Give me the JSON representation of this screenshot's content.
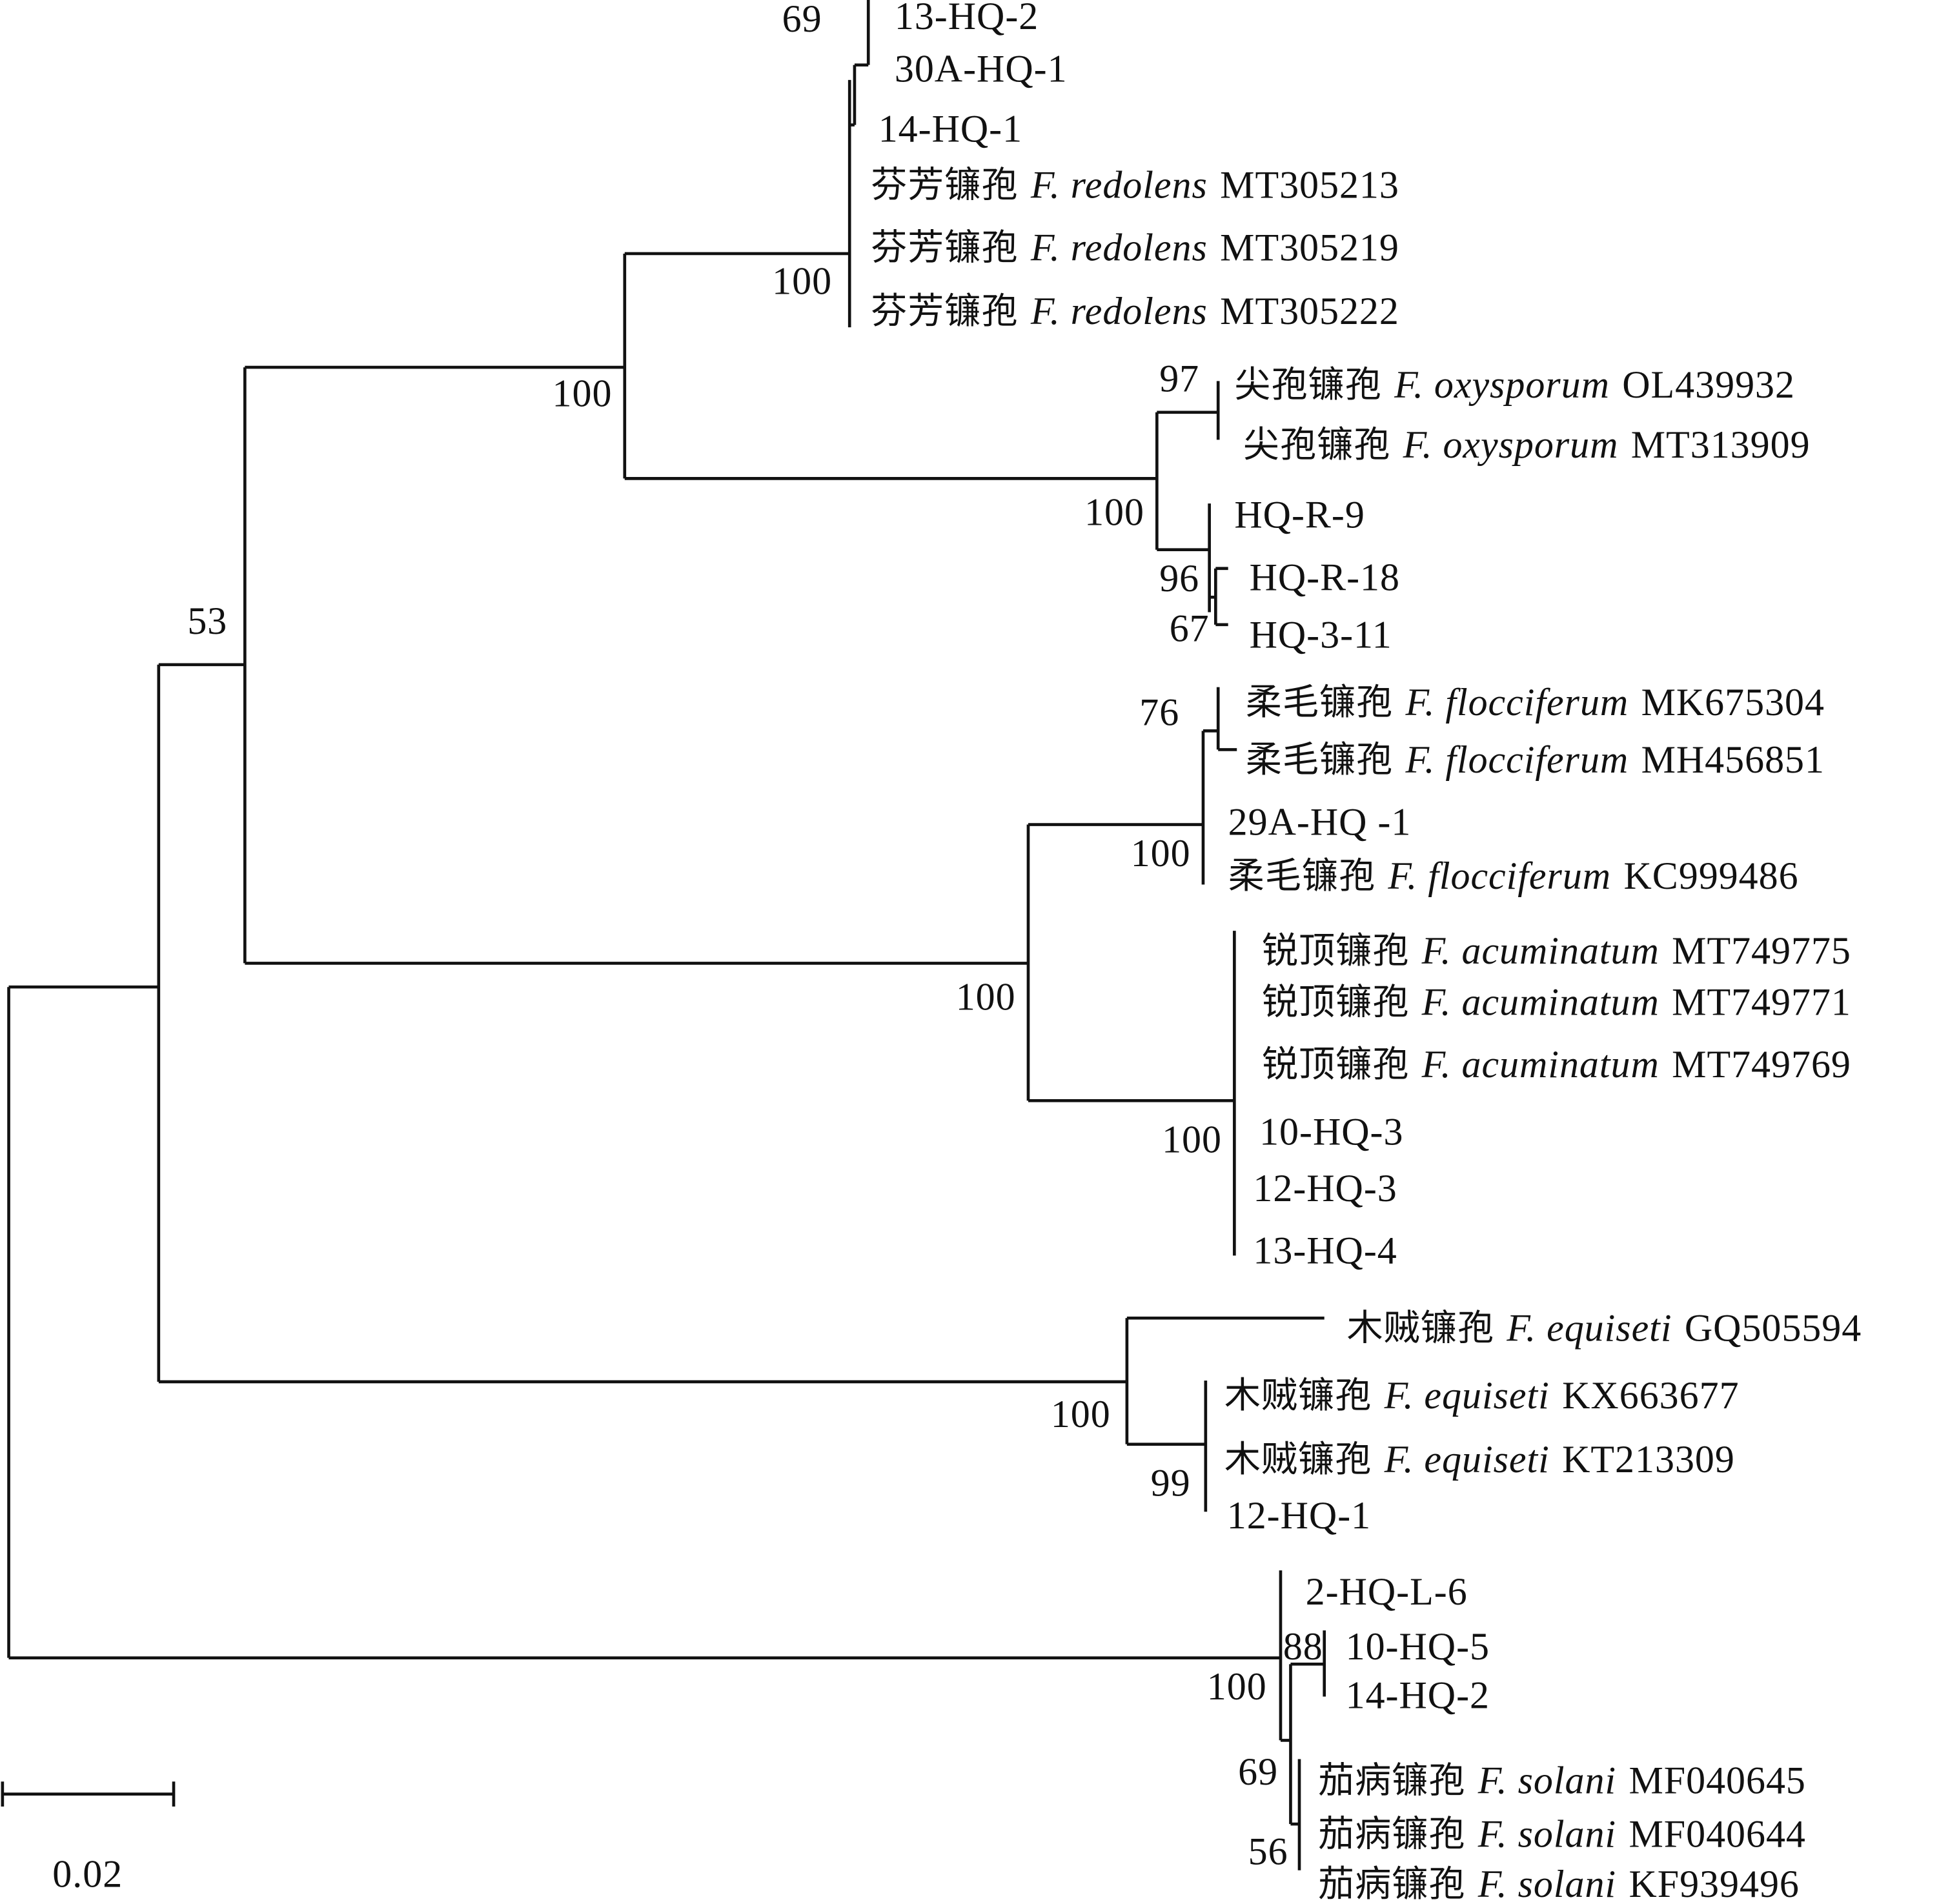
{
  "leaves": [
    {
      "label": "13-HQ-2"
    },
    {
      "label": "30A-HQ-1"
    },
    {
      "label": "14-HQ-1"
    },
    {
      "cn": "芬芳镰孢",
      "sp": "F. redolens",
      "acc": "MT305213"
    },
    {
      "cn": "芬芳镰孢",
      "sp": "F. redolens",
      "acc": "MT305219"
    },
    {
      "cn": "芬芳镰孢",
      "sp": "F. redolens",
      "acc": "MT305222"
    },
    {
      "cn": "尖孢镰孢",
      "sp": "F. oxysporum",
      "acc": "OL439932"
    },
    {
      "cn": "尖孢镰孢",
      "sp": "F. oxysporum",
      "acc": "MT313909"
    },
    {
      "label": "HQ-R-9"
    },
    {
      "label": "HQ-R-18"
    },
    {
      "label": "HQ-3-11"
    },
    {
      "cn": "柔毛镰孢",
      "sp": "F. flocciferum",
      "acc": "MK675304"
    },
    {
      "cn": "柔毛镰孢",
      "sp": "F. flocciferum",
      "acc": "MH456851"
    },
    {
      "label": "29A-HQ -1"
    },
    {
      "cn": "柔毛镰孢",
      "sp": "F. flocciferum",
      "acc": "KC999486"
    },
    {
      "cn": "锐顶镰孢",
      "sp": "F. acuminatum",
      "acc": "MT749775"
    },
    {
      "cn": "锐顶镰孢",
      "sp": "F. acuminatum",
      "acc": "MT749771"
    },
    {
      "cn": "锐顶镰孢",
      "sp": "F. acuminatum",
      "acc": "MT749769"
    },
    {
      "label": "10-HQ-3"
    },
    {
      "label": "12-HQ-3"
    },
    {
      "label": "13-HQ-4"
    },
    {
      "cn": "木贼镰孢",
      "sp": "F. equiseti",
      "acc": "GQ505594"
    },
    {
      "cn": "木贼镰孢",
      "sp": "F. equiseti",
      "acc": "KX663677"
    },
    {
      "cn": "木贼镰孢",
      "sp": "F. equiseti",
      "acc": "KT213309"
    },
    {
      "label": "12-HQ-1"
    },
    {
      "label": "2-HQ-L-6"
    },
    {
      "label": "10-HQ-5"
    },
    {
      "label": "14-HQ-2"
    },
    {
      "cn": "茄病镰孢",
      "sp": "F. solani",
      "acc": "MF040645"
    },
    {
      "cn": "茄病镰孢",
      "sp": "F. solani",
      "acc": "MF040644"
    },
    {
      "cn": "茄病镰孢",
      "sp": "F. solani",
      "acc": "KF939496"
    }
  ],
  "bootstrap": [
    "69",
    "100",
    "100",
    "53",
    "97",
    "100",
    "96",
    "67",
    "76",
    "100",
    "100",
    "100",
    "100",
    "99",
    "88",
    "100",
    "69",
    "56"
  ],
  "scale_bar": {
    "label": "0.02",
    "value": 0.02
  }
}
